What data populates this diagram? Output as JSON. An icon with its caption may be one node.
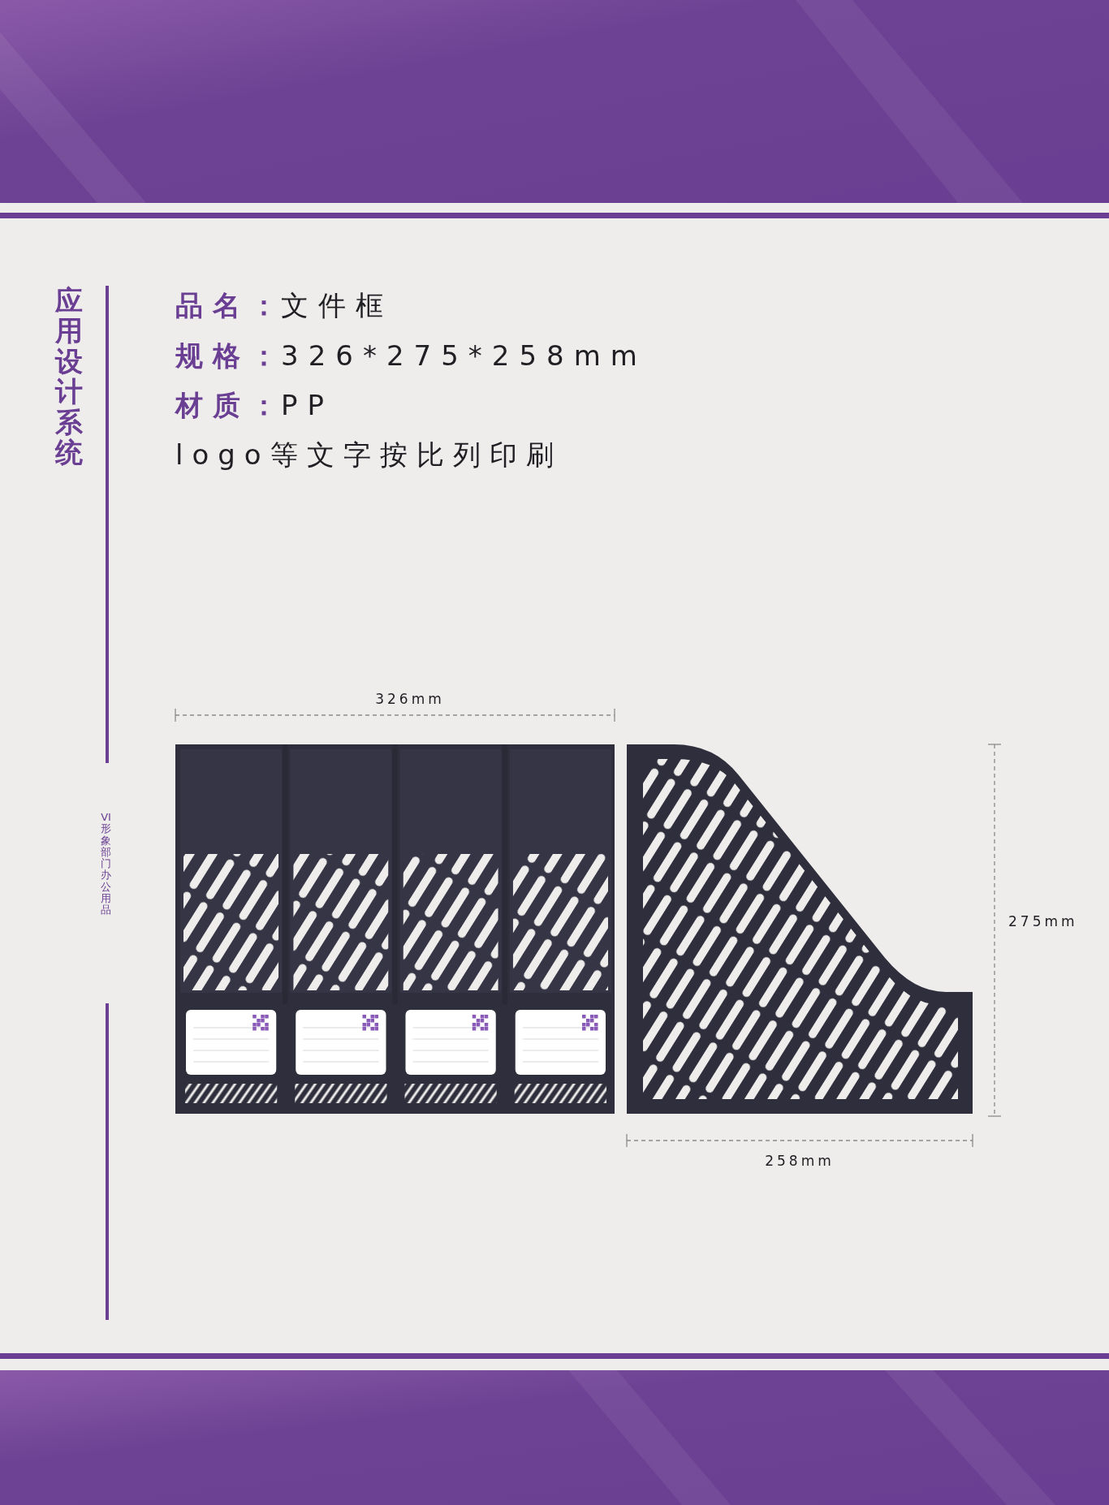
{
  "diagram": {
    "labels": [
      "应用设计系统",
      "品名：",
      "文件框",
      "规格：",
      "326*275*258mm",
      "材质：",
      "PP",
      "logo等文字按比列印刷",
      "VI形象部门办公用品",
      "326mm",
      "275mm",
      "258mm"
    ]
  }
}
